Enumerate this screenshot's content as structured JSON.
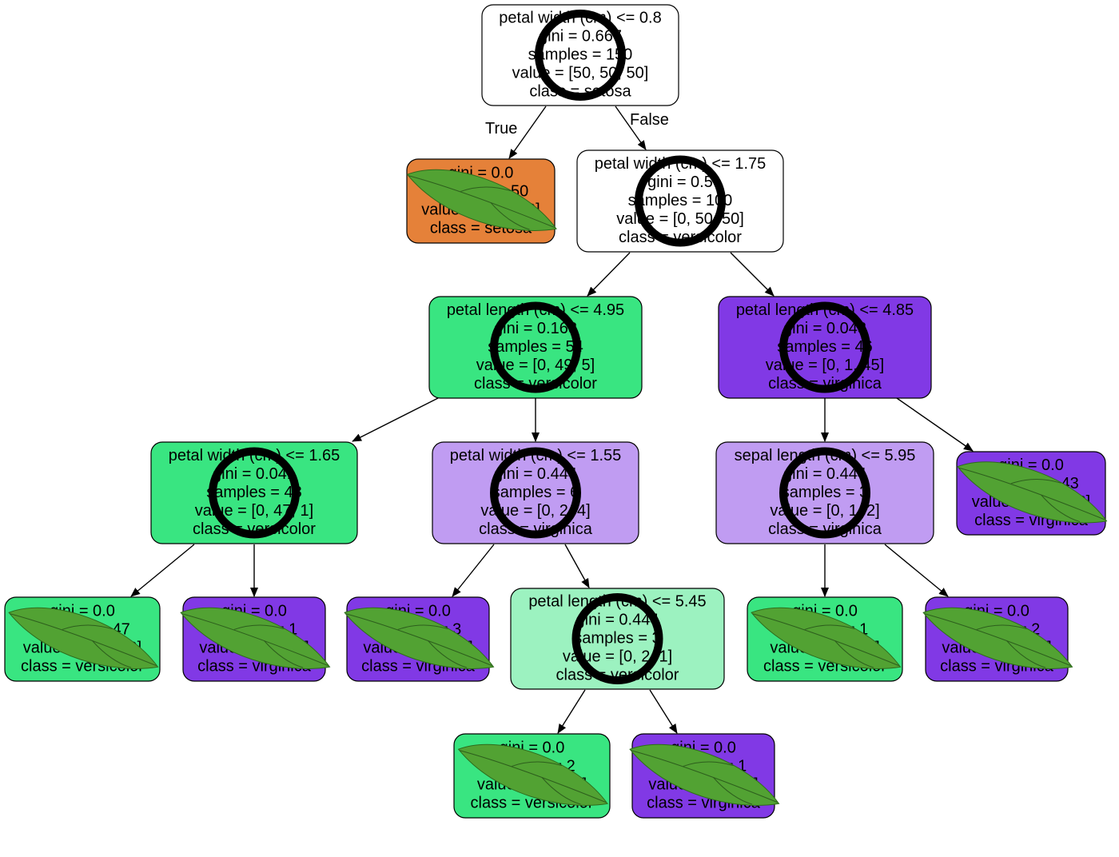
{
  "diagram": {
    "colors": {
      "white": "#ffffff",
      "orange": "#e58139",
      "green": "#39e581",
      "purple": "#8139e5",
      "light_purple": "#c09cf2",
      "light_green": "#9cf2c0",
      "marker": "#000000",
      "leaf": "#52a233"
    },
    "nodes": [
      {
        "id": "n0",
        "color": "white",
        "marker": "circle",
        "lines": [
          "petal width (cm) <= 0.8",
          "gini = 0.667",
          "samples = 150",
          "value = [50, 50, 50]",
          "class = setosa"
        ]
      },
      {
        "id": "n1",
        "color": "orange",
        "marker": "leaf",
        "lines": [
          "gini = 0.0",
          "samples = 50",
          "value = [50, 0, 0]",
          "class = setosa"
        ]
      },
      {
        "id": "n2",
        "color": "white",
        "marker": "circle",
        "lines": [
          "petal width (cm) <= 1.75",
          "gini = 0.5",
          "samples = 100",
          "value = [0, 50, 50]",
          "class = versicolor"
        ]
      },
      {
        "id": "n3",
        "color": "green",
        "marker": "circle",
        "lines": [
          "petal length (cm) <= 4.95",
          "gini = 0.168",
          "samples = 54",
          "value = [0, 49, 5]",
          "class = versicolor"
        ]
      },
      {
        "id": "n4",
        "color": "purple",
        "marker": "circle",
        "lines": [
          "petal length (cm) <= 4.85",
          "gini = 0.043",
          "samples = 46",
          "value = [0, 1, 45]",
          "class = virginica"
        ]
      },
      {
        "id": "n5",
        "color": "green",
        "marker": "circle",
        "lines": [
          "petal width (cm) <= 1.65",
          "gini = 0.041",
          "samples = 48",
          "value = [0, 47, 1]",
          "class = versicolor"
        ]
      },
      {
        "id": "n6",
        "color": "light_purple",
        "marker": "circle",
        "lines": [
          "petal width (cm) <= 1.55",
          "gini = 0.444",
          "samples = 6",
          "value = [0, 2, 4]",
          "class = virginica"
        ]
      },
      {
        "id": "n7",
        "color": "light_purple",
        "marker": "circle",
        "lines": [
          "sepal length (cm) <= 5.95",
          "gini = 0.444",
          "samples = 3",
          "value = [0, 1, 2]",
          "class = virginica"
        ]
      },
      {
        "id": "n8",
        "color": "purple",
        "marker": "leaf",
        "lines": [
          "gini = 0.0",
          "samples = 43",
          "value = [0, 0, 43]",
          "class = virginica"
        ]
      },
      {
        "id": "n9",
        "color": "green",
        "marker": "leaf",
        "lines": [
          "gini = 0.0",
          "samples = 47",
          "value = [0, 47, 0]",
          "class = versicolor"
        ]
      },
      {
        "id": "n10",
        "color": "purple",
        "marker": "leaf",
        "lines": [
          "gini = 0.0",
          "samples = 1",
          "value = [0, 0, 1]",
          "class = virginica"
        ]
      },
      {
        "id": "n11",
        "color": "purple",
        "marker": "leaf",
        "lines": [
          "gini = 0.0",
          "samples = 3",
          "value = [0, 0, 3]",
          "class = virginica"
        ]
      },
      {
        "id": "n12",
        "color": "light_green",
        "marker": "circle",
        "lines": [
          "petal length (cm) <= 5.45",
          "gini = 0.444",
          "samples = 3",
          "value = [0, 2, 1]",
          "class = versicolor"
        ]
      },
      {
        "id": "n13",
        "color": "green",
        "marker": "leaf",
        "lines": [
          "gini = 0.0",
          "samples = 1",
          "value = [0, 1, 0]",
          "class = versicolor"
        ]
      },
      {
        "id": "n14",
        "color": "purple",
        "marker": "leaf",
        "lines": [
          "gini = 0.0",
          "samples = 2",
          "value = [0, 0, 2]",
          "class = virginica"
        ]
      },
      {
        "id": "n15",
        "color": "green",
        "marker": "leaf",
        "lines": [
          "gini = 0.0",
          "samples = 2",
          "value = [0, 2, 0]",
          "class = versicolor"
        ]
      },
      {
        "id": "n16",
        "color": "purple",
        "marker": "leaf",
        "lines": [
          "gini = 0.0",
          "samples = 1",
          "value = [0, 0, 1]",
          "class = virginica"
        ]
      }
    ],
    "edges": [
      {
        "from": "n0",
        "to": "n1",
        "label": "True"
      },
      {
        "from": "n0",
        "to": "n2",
        "label": "False"
      },
      {
        "from": "n2",
        "to": "n3"
      },
      {
        "from": "n2",
        "to": "n4"
      },
      {
        "from": "n3",
        "to": "n5"
      },
      {
        "from": "n3",
        "to": "n6"
      },
      {
        "from": "n4",
        "to": "n7"
      },
      {
        "from": "n4",
        "to": "n8"
      },
      {
        "from": "n5",
        "to": "n9"
      },
      {
        "from": "n5",
        "to": "n10"
      },
      {
        "from": "n6",
        "to": "n11"
      },
      {
        "from": "n6",
        "to": "n12"
      },
      {
        "from": "n7",
        "to": "n13"
      },
      {
        "from": "n7",
        "to": "n14"
      },
      {
        "from": "n12",
        "to": "n15"
      },
      {
        "from": "n12",
        "to": "n16"
      }
    ]
  }
}
